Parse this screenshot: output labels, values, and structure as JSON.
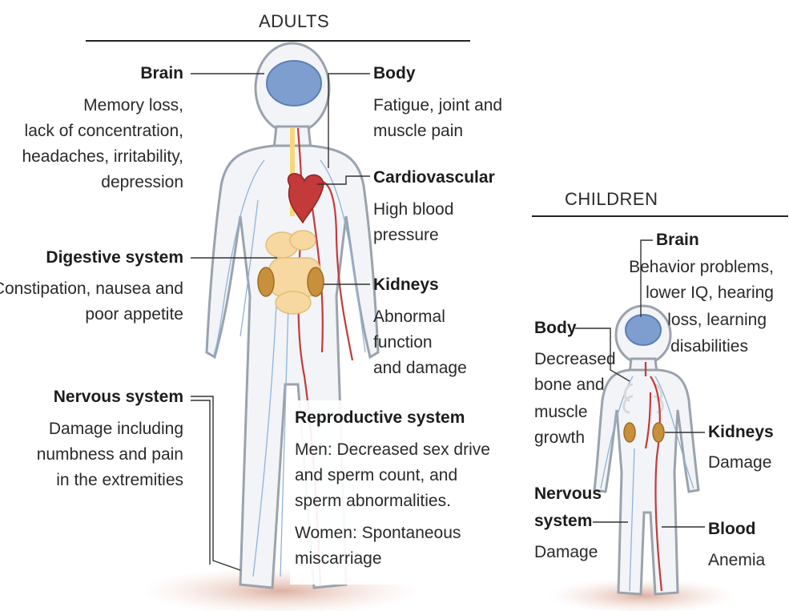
{
  "sections": {
    "adults": "ADULTS",
    "children": "CHILDREN"
  },
  "adults": {
    "brain": {
      "title": "Brain",
      "lines": [
        "Memory loss,",
        "lack of concentration,",
        "headaches, irritability,",
        "depression"
      ]
    },
    "body": {
      "title": "Body",
      "lines": [
        "Fatigue, joint and",
        "muscle pain"
      ]
    },
    "cardio": {
      "title": "Cardiovascular",
      "lines": [
        "High blood",
        "pressure"
      ]
    },
    "digestive": {
      "title": "Digestive system",
      "lines": [
        "Constipation, nausea and",
        "poor appetite"
      ]
    },
    "kidneys": {
      "title": "Kidneys",
      "lines": [
        "Abnormal",
        "function",
        "and damage"
      ]
    },
    "nervous": {
      "title": "Nervous system",
      "lines": [
        "Damage including",
        "numbness and pain",
        "in the extremities"
      ]
    },
    "repro": {
      "title": "Reproductive system",
      "lines": [
        "Men: Decreased sex drive",
        "and sperm count, and",
        "sperm abnormalities."
      ],
      "women_lines": [
        "Women: Spontaneous",
        "miscarriage"
      ]
    }
  },
  "children": {
    "brain": {
      "title": "Brain",
      "lines": [
        "Behavior problems,",
        "lower IQ, hearing",
        "loss, learning",
        "disabilities"
      ]
    },
    "body": {
      "title": "Body",
      "lines": [
        "Decreased",
        "bone and",
        "muscle",
        "growth"
      ]
    },
    "kidneys": {
      "title": "Kidneys",
      "lines": [
        "Damage"
      ]
    },
    "nervous": {
      "title_lines": [
        "Nervous",
        "system"
      ],
      "lines": [
        "Damage"
      ]
    },
    "blood": {
      "title": "Blood",
      "lines": [
        "Anemia"
      ]
    }
  },
  "colors": {
    "skin": "#f2f4f8",
    "outline": "#9aa3ad",
    "brain": "#7f9ed0",
    "heart": "#c23a3a",
    "artery": "#c43a3a",
    "nerve": "#8fb3d8",
    "digestive": "#f6d8a0",
    "kidney": "#c8903c",
    "shadow": "#e7c3b7"
  }
}
